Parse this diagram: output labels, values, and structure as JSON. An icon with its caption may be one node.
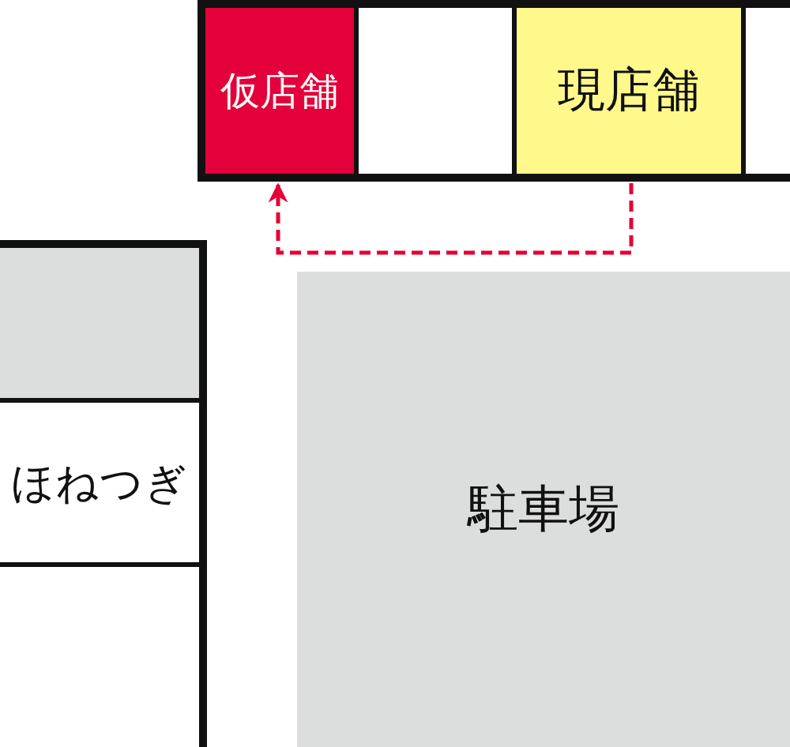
{
  "diagram": {
    "nodes": [
      {
        "text": [
          "仮店舗"
        ]
      },
      {
        "text": [],
        "shape": "box"
      },
      {
        "text": [
          "現店舗"
        ]
      },
      {
        "text": [],
        "shape": "box"
      },
      {
        "text": [],
        "shape": "box"
      },
      {
        "text": [
          "ほねつぎ"
        ]
      },
      {
        "text": [],
        "shape": "box"
      },
      {
        "text": [
          "駐車場"
        ]
      }
    ],
    "edges": [
      {
        "from": 2,
        "to": 0,
        "arrow": "to",
        "style": "dashed",
        "color": "#e60033"
      }
    ]
  }
}
